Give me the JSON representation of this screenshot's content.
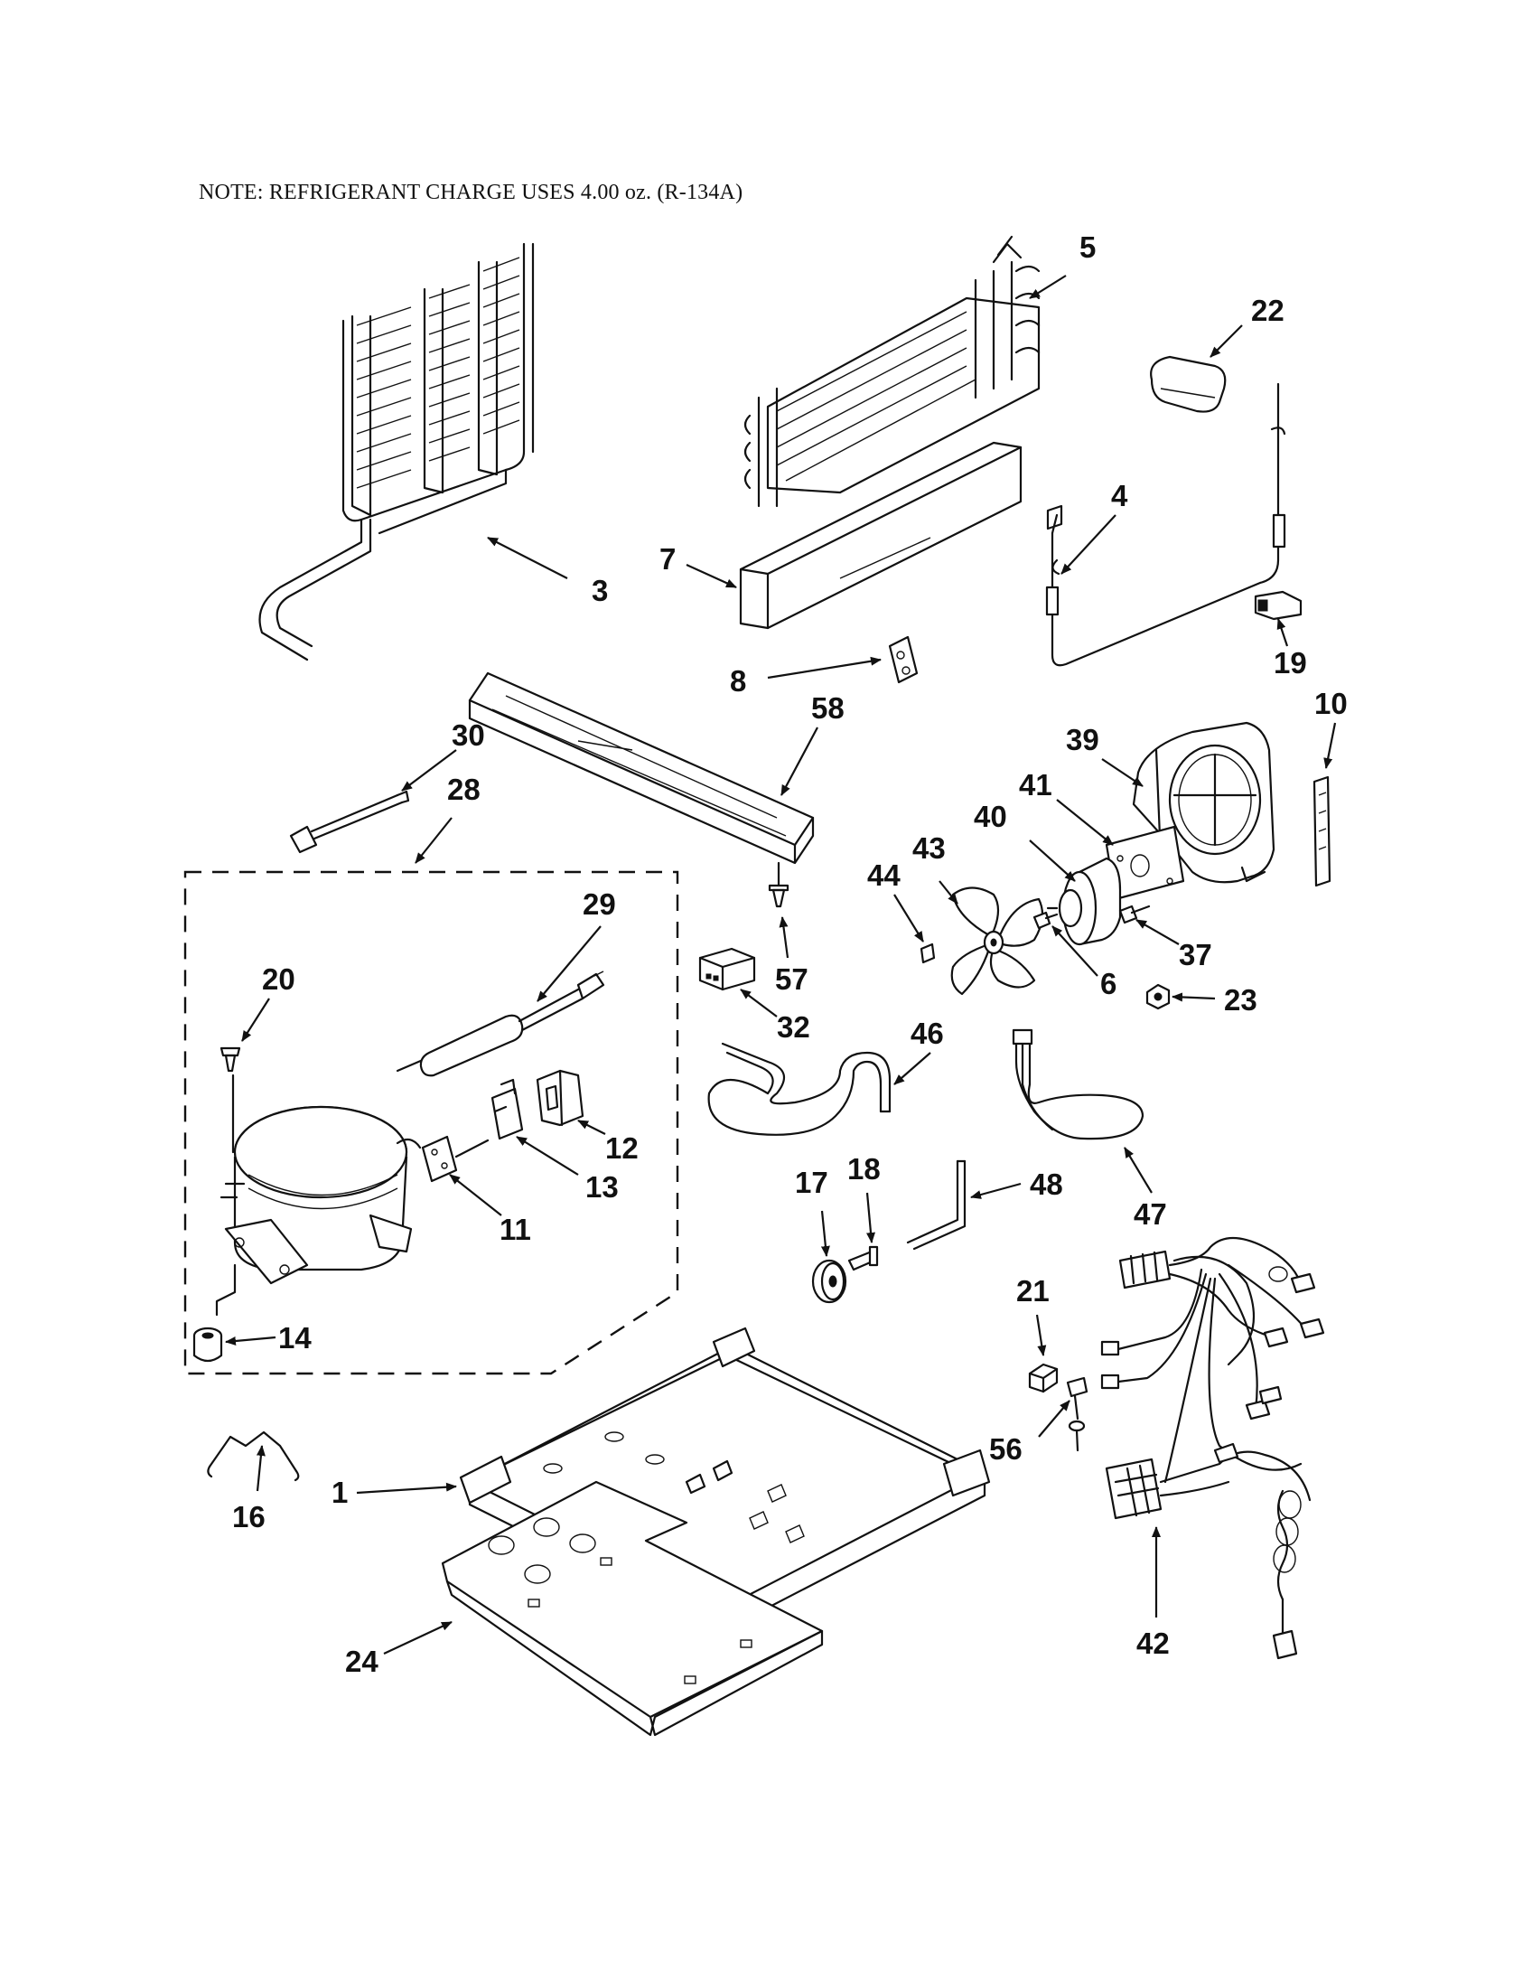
{
  "note": "NOTE: REFRIGERANT CHARGE USES 4.00 oz. (R-134A)",
  "labels": {
    "p1": "1",
    "p3": "3",
    "p4": "4",
    "p5": "5",
    "p6": "6",
    "p7": "7",
    "p8": "8",
    "p10": "10",
    "p11": "11",
    "p12": "12",
    "p13": "13",
    "p14": "14",
    "p16": "16",
    "p17": "17",
    "p18": "18",
    "p19": "19",
    "p20": "20",
    "p21": "21",
    "p22": "22",
    "p23": "23",
    "p24": "24",
    "p28": "28",
    "p29": "29",
    "p30": "30",
    "p32": "32",
    "p37": "37",
    "p39": "39",
    "p40": "40",
    "p41": "41",
    "p42": "42",
    "p43": "43",
    "p44": "44",
    "p46": "46",
    "p47": "47",
    "p48": "48",
    "p56": "56",
    "p57": "57",
    "p58": "58"
  }
}
